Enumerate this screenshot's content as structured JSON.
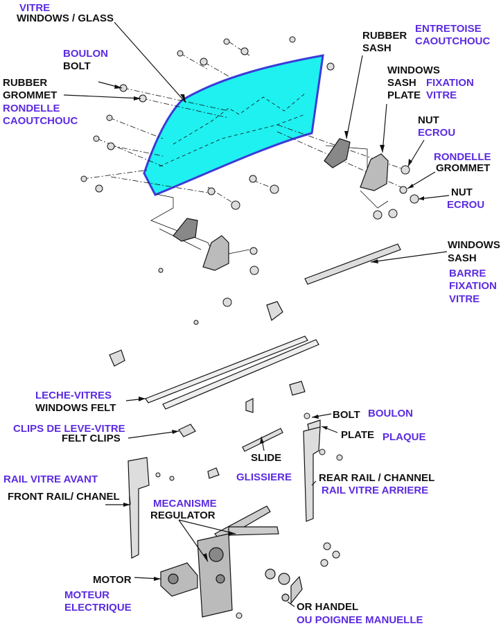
{
  "colors": {
    "english_text": "#111111",
    "french_text": "#5b2be0",
    "glass_fill": "#1ff0f0",
    "glass_outline": "#3b3bd8",
    "line": "#111111"
  },
  "labels": {
    "vitre": "VITRE",
    "windows_glass": "WINDOWS / GLASS",
    "rubber_sash": "RUBBER",
    "rubber_sash_2": "SASH",
    "entretoise": "ENTRETOISE",
    "caoutchouc_1": "CAOUTCHOUC",
    "boulon_1": "BOULON",
    "bolt_1": "BOLT",
    "windows_sash_plate_1": "WINDOWS",
    "windows_sash_plate_2": "SASH",
    "windows_sash_plate_3": "PLATE",
    "fixation_1": "FIXATION",
    "vitre_2": "VITRE",
    "rubber_grommet_1": "RUBBER",
    "rubber_grommet_2": "GROMMET",
    "rondelle_caoutchouc_1": "RONDELLE",
    "rondelle_caoutchouc_2": "CAOUTCHOUC",
    "nut_1": "NUT",
    "ecrou_1": "ECROU",
    "rondelle_2": "RONDELLE",
    "grommet_2": "GROMMET",
    "nut_2": "NUT",
    "ecrou_2": "ECROU",
    "windows_sash_1": "WINDOWS",
    "windows_sash_2": "SASH",
    "barre_1": "BARRE",
    "barre_2": "FIXATION",
    "barre_3": "VITRE",
    "leche_vitres": "LECHE-VITRES",
    "windows_felt": "WINDOWS FELT",
    "clips_leve_vitre": "CLIPS DE LEVE-VITRE",
    "felt_clips": "FELT CLIPS",
    "bolt_2": "BOLT",
    "boulon_2": "BOULON",
    "plate": "PLATE",
    "plaque": "PLAQUE",
    "slide": "SLIDE",
    "glissiere": "GLISSIERE",
    "rail_vitre_avant": "RAIL VITRE AVANT",
    "front_rail": "FRONT RAIL/ CHANEL",
    "rear_rail": "REAR RAIL / CHANNEL",
    "rail_vitre_arriere": "RAIL VITRE ARRIERE",
    "mecanisme": "MECANISME",
    "regulator": "REGULATOR",
    "motor": "MOTOR",
    "moteur_1": "MOTEUR",
    "moteur_2": "ELECTRIQUE",
    "or_handel": "OR HANDEL",
    "poignee": "OU POIGNEE MANUELLE"
  }
}
